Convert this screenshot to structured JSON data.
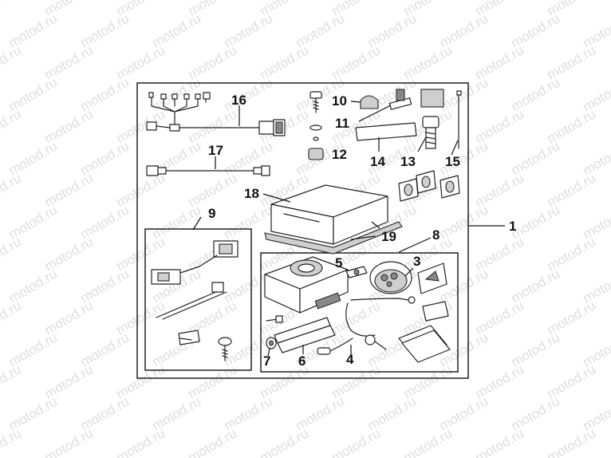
{
  "watermark": {
    "text": "motod.ru"
  },
  "callouts": {
    "c1": "1",
    "c3": "3",
    "c4": "4",
    "c5": "5",
    "c6": "6",
    "c7": "7",
    "c8": "8",
    "c9": "9",
    "c10": "10",
    "c11": "11",
    "c12": "12",
    "c13": "13",
    "c14": "14",
    "c15": "15",
    "c16": "16",
    "c17": "17",
    "c18": "18",
    "c19": "19"
  }
}
